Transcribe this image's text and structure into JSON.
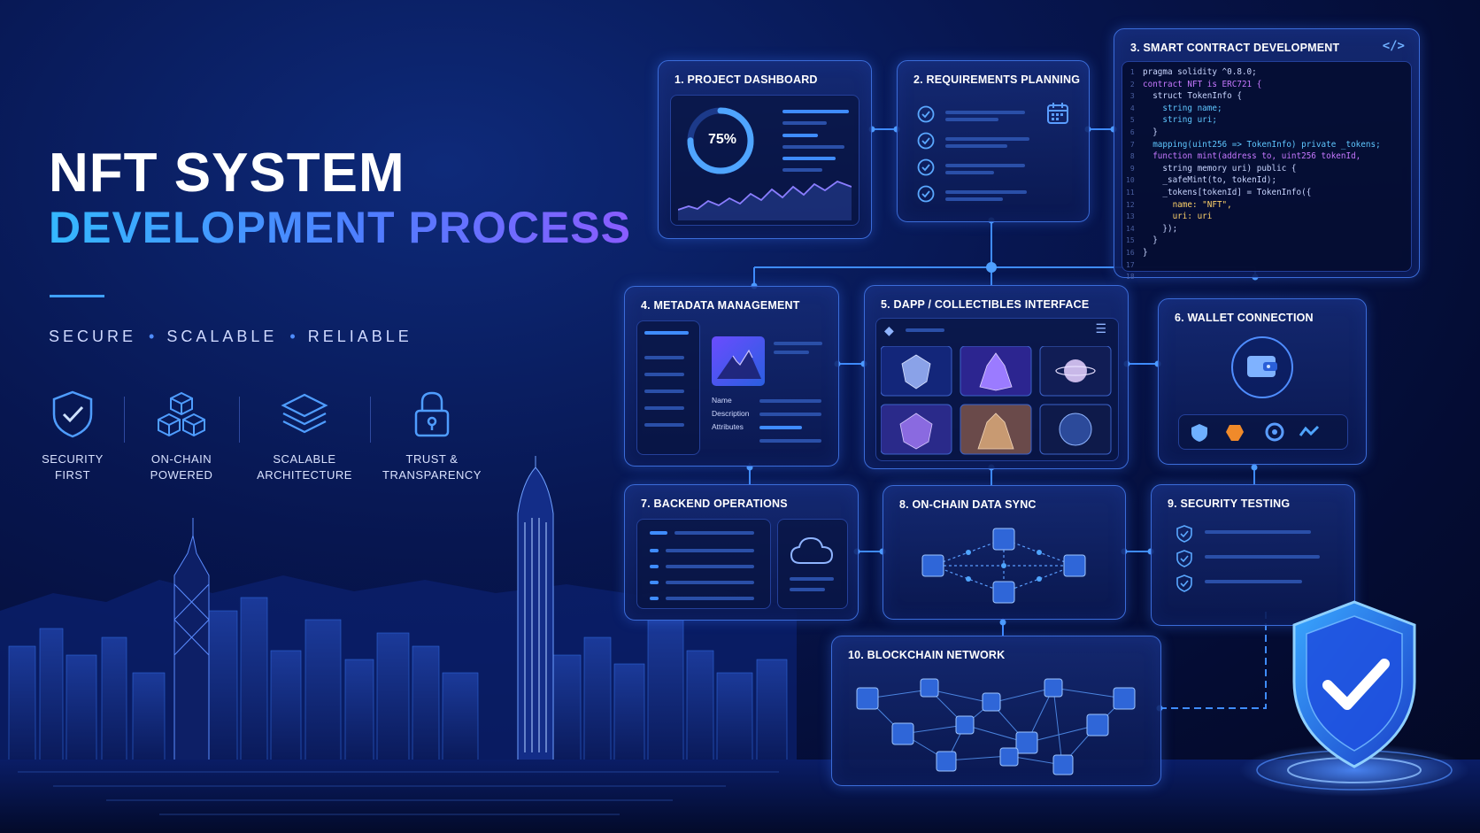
{
  "header": {
    "title_line1": "NFT SYSTEM",
    "title_line2": "DEVELOPMENT PROCESS",
    "tagline": [
      "SECURE",
      "SCALABLE",
      "RELIABLE"
    ]
  },
  "features": [
    {
      "line1": "SECURITY",
      "line2": "FIRST",
      "icon": "shield-check-icon"
    },
    {
      "line1": "ON-CHAIN",
      "line2": "POWERED",
      "icon": "cubes-icon"
    },
    {
      "line1": "SCALABLE",
      "line2": "ARCHITECTURE",
      "icon": "layers-icon"
    },
    {
      "line1": "TRUST &",
      "line2": "TRANSPARENCY",
      "icon": "padlock-icon"
    }
  ],
  "steps": {
    "s1": {
      "title": "1. PROJECT DASHBOARD",
      "progress": "75%",
      "progress_value": 0.75
    },
    "s2": {
      "title": "2. REQUIREMENTS PLANNING"
    },
    "s3": {
      "title": "3. SMART CONTRACT DEVELOPMENT",
      "icon": "code-icon"
    },
    "s4": {
      "title": "4. METADATA MANAGEMENT",
      "fields": [
        "Name",
        "Description",
        "Attributes"
      ]
    },
    "s5": {
      "title": "5. DAPP / COLLECTIBLES INTERFACE"
    },
    "s6": {
      "title": "6. WALLET CONNECTION"
    },
    "s7": {
      "title": "7. BACKEND OPERATIONS"
    },
    "s8": {
      "title": "8. ON-CHAIN DATA SYNC"
    },
    "s9": {
      "title": "9. SECURITY TESTING"
    },
    "s10": {
      "title": "10. BLOCKCHAIN NETWORK"
    }
  },
  "code": {
    "line_numbers": "1\n2\n3\n4\n5\n6\n7\n8\n9\n10\n11\n12\n13\n14\n15\n16\n17\n18",
    "l1": "pragma solidity ^0.8.0;",
    "l2": "contract NFT is ERC721 {",
    "l3": "  struct TokenInfo {",
    "l4": "    string name;",
    "l5": "    string uri;",
    "l6": "  }",
    "l7": "  mapping(uint256 => TokenInfo) private _tokens;",
    "l8": "  function mint(address to, uint256 tokenId,",
    "l9": "    string memory uri) public {",
    "l10": "    _safeMint(to, tokenId);",
    "l11": "    _tokens[tokenId] = TokenInfo({",
    "l12": "      name: \"NFT\",",
    "l13": "      uri: uri",
    "l14": "    });",
    "l15": "  }",
    "l16": "}"
  },
  "colors": {
    "accent": "#3f8cff",
    "card_border": "#3b6cd9",
    "background": "#071650"
  }
}
